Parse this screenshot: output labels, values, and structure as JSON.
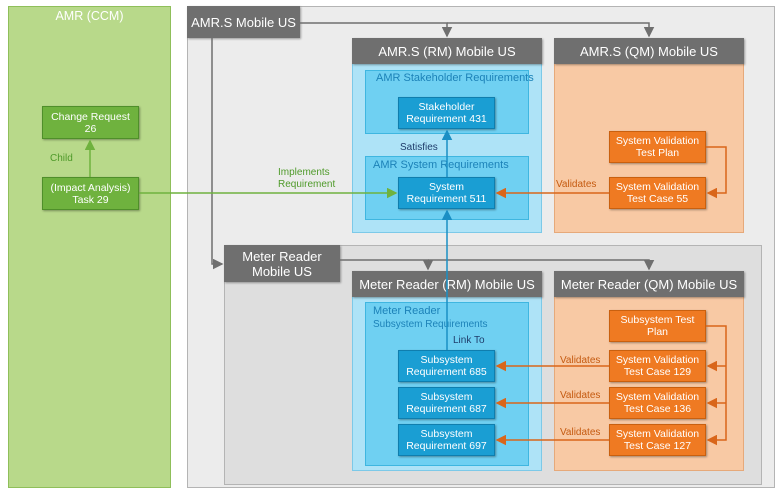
{
  "ccm_panel": {
    "title": "AMR (CCM)"
  },
  "amrs_mobile": {
    "title": "AMR.S Mobile US"
  },
  "amrs_rm": {
    "title": "AMR.S (RM) Mobile US"
  },
  "amrs_qm": {
    "title": "AMR.S (QM) Mobile US"
  },
  "meter_mobile": {
    "title": "Meter Reader\nMobile US"
  },
  "meter_rm": {
    "title": "Meter Reader (RM) Mobile US"
  },
  "meter_qm": {
    "title": "Meter Reader (QM) Mobile US"
  },
  "groups": {
    "stakeholder_reqs": "AMR Stakeholder Requirements",
    "system_reqs": "AMR System Requirements",
    "meter_reader": "Meter  Reader",
    "subsystem_reqs": "Subsystem Requirements"
  },
  "artifacts": {
    "change_request": "Change Request\n26",
    "impact_task": "(Impact Analysis)\nTask 29",
    "stakeholder_req": "Stakeholder\nRequirement 431",
    "system_req": "System\nRequirement 511",
    "sys_val_plan": "System Validation\nTest Plan",
    "sys_val_tc55": "System Validation\nTest Case 55",
    "subsys_plan": "Subsystem Test\nPlan",
    "sub_req_685": "Subsystem\nRequirement  685",
    "sub_req_687": "Subsystem\nRequirement  687",
    "sub_req_697": "Subsystem\nRequirement  697",
    "val_tc129": "System Validation\nTest Case 129",
    "val_tc136": "System Validation\nTest Case 136",
    "val_tc127": "System Validation\nTest Case 127"
  },
  "links": {
    "child": "Child",
    "implements": "Implements\nRequirement",
    "satisfies": "Satisfies",
    "validates_top": "Validates",
    "link_to": "Link To",
    "validates_1": "Validates",
    "validates_2": "Validates",
    "validates_3": "Validates"
  },
  "colors": {
    "green_link": "#6fb23e",
    "orange_link": "#d9661a",
    "blue_link": "#1a8fc4",
    "gray_link": "#6f6f6f"
  }
}
